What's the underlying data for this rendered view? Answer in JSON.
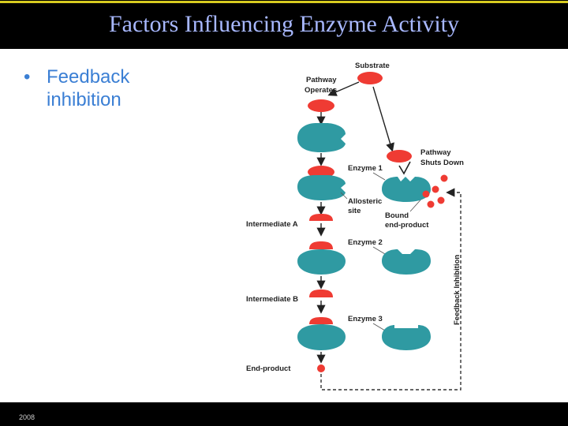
{
  "slide": {
    "title": "Factors Influencing Enzyme Activity",
    "bullet": "Feedback inhibition",
    "footer_year": "2008"
  },
  "diagram": {
    "labels": {
      "substrate": "Substrate",
      "pathway_operates_1": "Pathway",
      "pathway_operates_2": "Operates",
      "pathway_shuts_1": "Pathway",
      "pathway_shuts_2": "Shuts Down",
      "enzyme1": "Enzyme 1",
      "allosteric_1": "Allosteric",
      "allosteric_2": "site",
      "bound_1": "Bound",
      "bound_2": "end-product",
      "intermediate_a": "Intermediate A",
      "enzyme2": "Enzyme 2",
      "intermediate_b": "Intermediate B",
      "enzyme3": "Enzyme 3",
      "end_product": "End-product",
      "feedback": "Feedback Inhibition"
    },
    "colors": {
      "enzyme": "#2f9aa2",
      "substrate": "#ef3b33",
      "arrow": "#222222",
      "dashed": "#333333"
    }
  }
}
